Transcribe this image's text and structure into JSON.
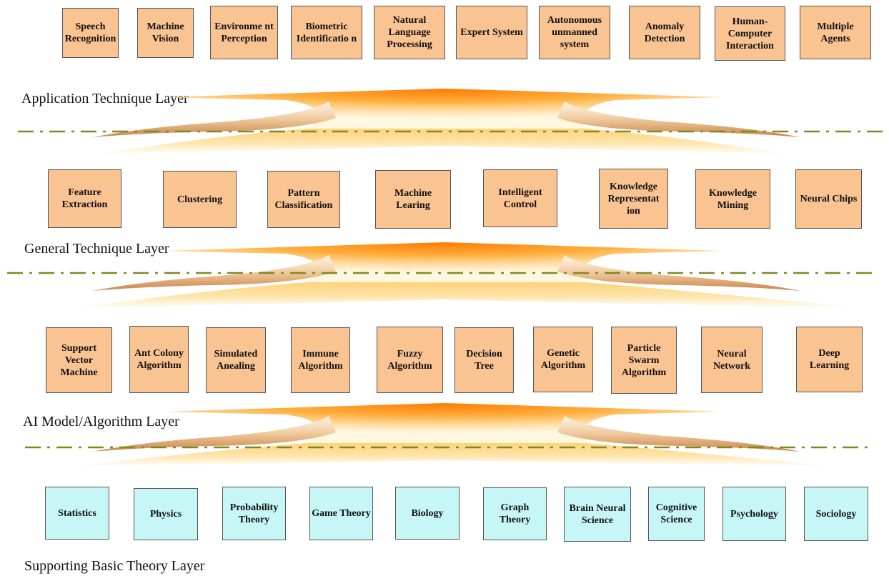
{
  "layers": {
    "application": {
      "label": "Application Technique Layer",
      "items": [
        "Speech Recognition",
        "Machine Vision",
        "Environme nt Perception",
        "Biometric Identificatio n",
        "Natural Language Processing",
        "Expert System",
        "Autonomous unmanned system",
        "Anomaly Detection",
        "Human- Computer Interaction",
        "Multiple Agents"
      ]
    },
    "general": {
      "label": "General Technique Layer",
      "items": [
        "Feature Extraction",
        "Clustering",
        "Pattern Classification",
        "Machine Learing",
        "Intelligent Control",
        "Knowledge Representat ion",
        "Knowledge Mining",
        "Neural Chips"
      ]
    },
    "algorithm": {
      "label": "AI Model/Algorithm Layer",
      "items": [
        "Support Vector Machine",
        "Ant Colony Algorithm",
        "Simulated Anealing",
        "Immune Algorithm",
        "Fuzzy Algorithm",
        "Decision Tree",
        "Genetic Algorithm",
        "Particle Swarm Algorithm",
        "Neural Network",
        "Deep Learning"
      ]
    },
    "basic": {
      "label": "Supporting Basic Theory Layer",
      "items": [
        "Statistics",
        "Physics",
        "Probability Theory",
        "Game Theory",
        "Biology",
        "Graph Theory",
        "Brain Neural Science",
        "Cognitive Science",
        "Psychology",
        "Sociology"
      ]
    }
  },
  "colors": {
    "technique_box": "#fac392",
    "theory_box": "#c7f6f6",
    "divider": "#7f8a1e",
    "band_core": "#ff8a00",
    "band_edge": "#f3d9c0"
  }
}
